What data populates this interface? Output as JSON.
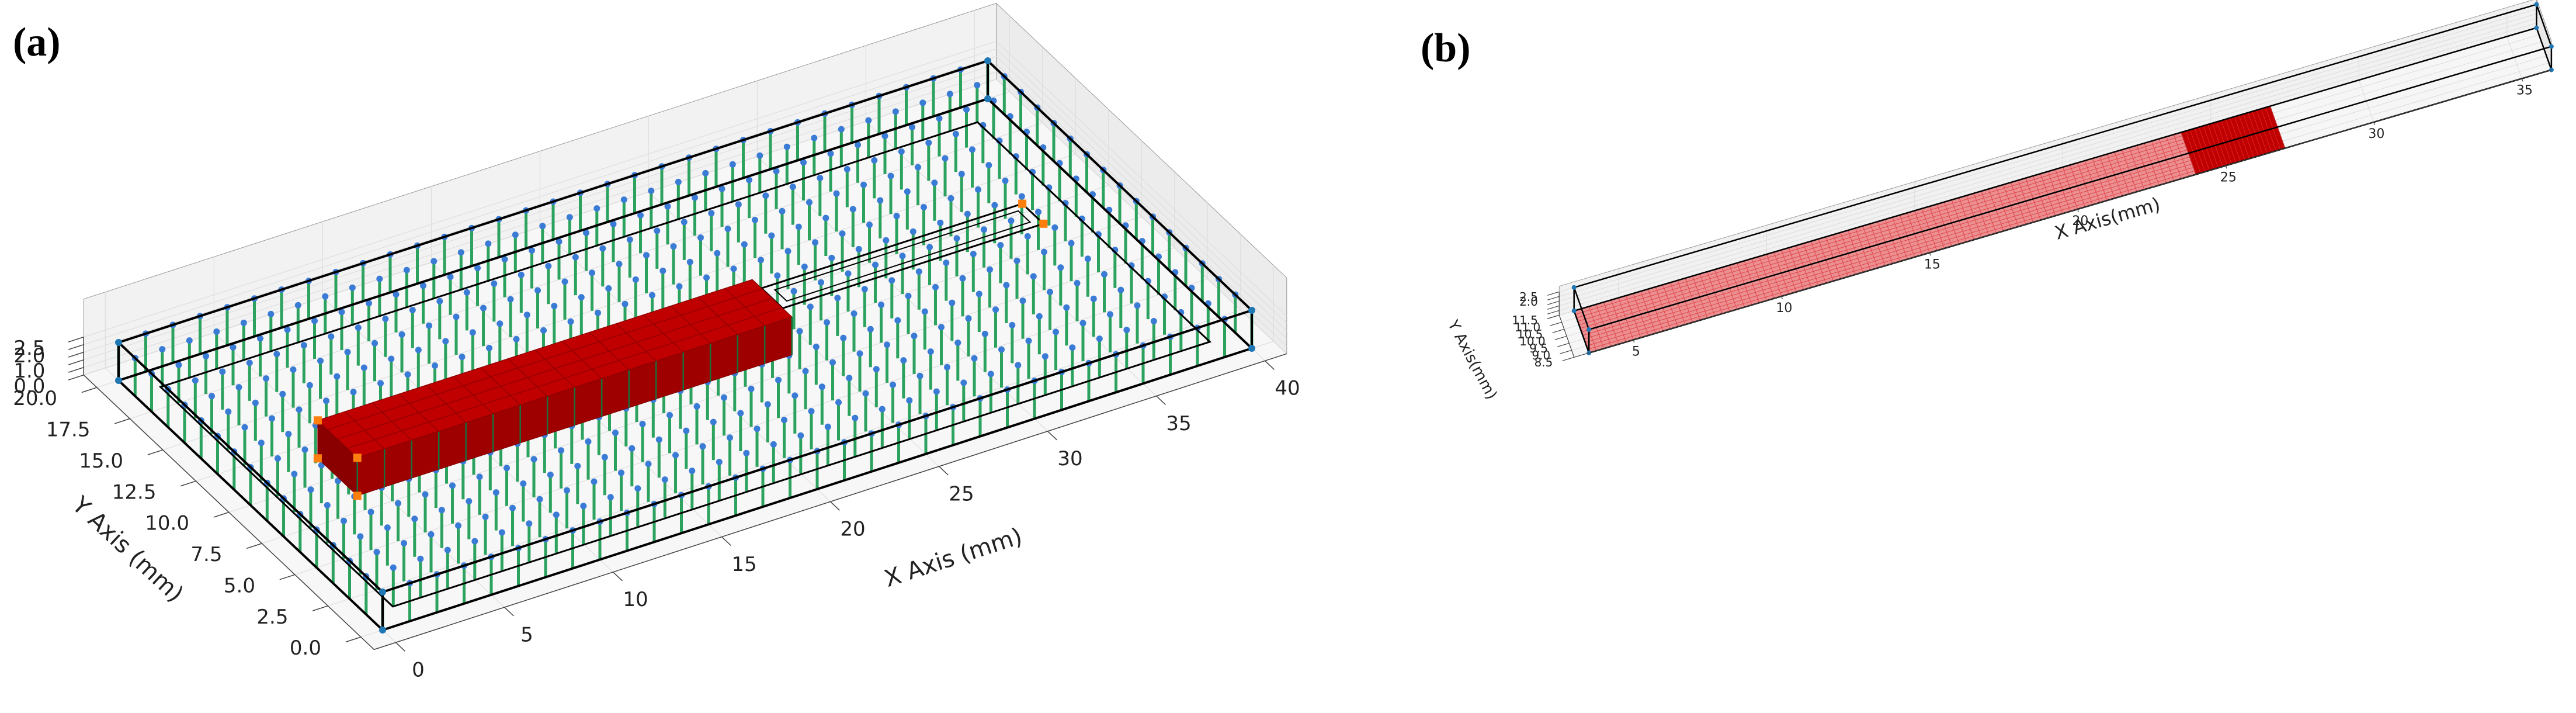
{
  "panels": [
    {
      "label": "(a)"
    },
    {
      "label": "(b)"
    }
  ],
  "chart_data": [
    {
      "type": "scatter",
      "view": "3d",
      "xlabel": "X Axis (mm)",
      "ylabel": "Y Axis (mm)",
      "zlabel": "",
      "xlim": [
        -1,
        41
      ],
      "ylim": [
        -1,
        21
      ],
      "zlim": [
        0,
        2.5
      ],
      "x_ticks": [
        "0",
        "5",
        "10",
        "15",
        "20",
        "25",
        "30",
        "35",
        "40"
      ],
      "y_ticks": [
        "0.0",
        "2.5",
        "5.0",
        "7.5",
        "10.0",
        "12.5",
        "15.0",
        "17.5",
        "20.0"
      ],
      "z_ticks": [
        "0.0",
        "0.5",
        "1.0",
        "1.5",
        "2.0",
        "2.5"
      ],
      "grid": true,
      "colors": {
        "point_top": "#3a7bd5",
        "point_pillar": "#2ca25f",
        "block": "#c00000",
        "block_marker": "#ff7f0e",
        "box_edge": "#000000"
      },
      "point_lattice": {
        "x": [
          0,
          40,
          1.25
        ],
        "y": [
          0,
          20,
          1.25
        ],
        "z": [
          0,
          2.5
        ]
      },
      "block": {
        "x": [
          4,
          24
        ],
        "y": [
          8.5,
          11.5
        ],
        "z": [
          0,
          2.5
        ]
      },
      "outer_box": {
        "x": [
          0,
          40
        ],
        "y": [
          0,
          20
        ],
        "z": [
          0,
          2.5
        ]
      },
      "inner_box": {
        "x": [
          1.2,
          38.8
        ],
        "y": [
          1.2,
          18.8
        ],
        "z": [
          0,
          0
        ]
      },
      "channel": {
        "x": [
          24,
          36
        ],
        "y": [
          9.2,
          10.8
        ],
        "z": [
          2.5,
          2.5
        ]
      }
    },
    {
      "type": "area",
      "view": "3d",
      "xlabel": "X Axis(mm)",
      "ylabel": "Y Axis(mm)",
      "zlabel": "",
      "xlim": [
        3,
        36
      ],
      "ylim": [
        8.5,
        11.5
      ],
      "zlim": [
        0,
        2.5
      ],
      "x_ticks": [
        "5",
        "10",
        "15",
        "20",
        "25",
        "30",
        "35"
      ],
      "y_ticks": [
        "8.5",
        "9.0",
        "9.5",
        "10.0",
        "10.5",
        "11.0",
        "11.5"
      ],
      "z_ticks": [
        "0.0",
        "0.5",
        "1.0",
        "1.5",
        "2.0",
        "2.5"
      ],
      "grid": true,
      "colors": {
        "mesh": "#e0474c",
        "dense": "#c00000",
        "box_edge": "#000000",
        "corner": "#1f77b4"
      },
      "mesh_region": {
        "x": [
          3.5,
          24
        ],
        "y": [
          8.5,
          11.5
        ]
      },
      "dense_region": {
        "x": [
          24,
          27
        ]
      },
      "box": {
        "x": [
          3.5,
          36
        ],
        "y": [
          8.5,
          11.5
        ],
        "z": [
          0,
          2.5
        ]
      }
    }
  ]
}
